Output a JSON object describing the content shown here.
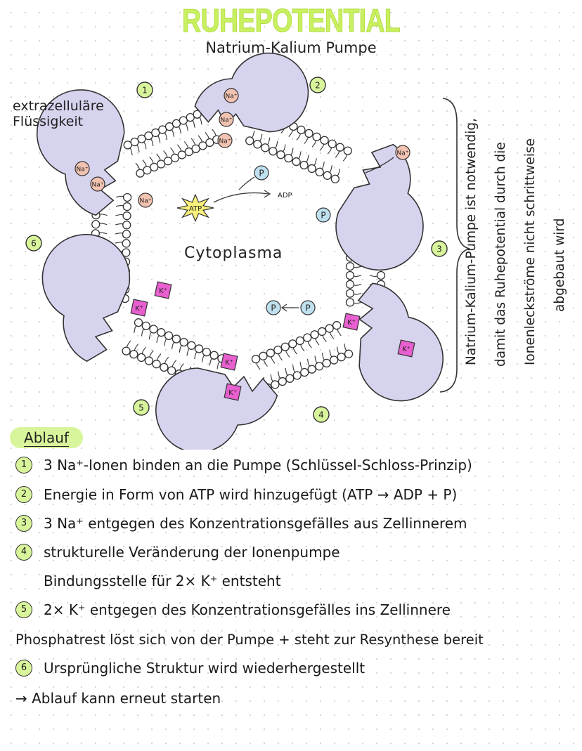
{
  "header": {
    "title": "RUHEPOTENTIAL",
    "subtitle": "Natrium-Kalium Pumpe"
  },
  "diagram": {
    "extracellular_line1": "extrazelluläre",
    "extracellular_line2": "Flüssigkeit",
    "cytoplasm": "Cytoplasma",
    "atp": "ATP",
    "adp": "ADP",
    "phosphate": "P",
    "phosphate_i": "P",
    "na_label": "Na⁺",
    "k_label": "K⁺",
    "numbers": [
      "1",
      "2",
      "3",
      "4",
      "5",
      "6"
    ],
    "side_note": [
      "Natrium-Kalium-Pumpe ist notwendig,",
      "damit das Ruhepotential durch die",
      "Ionenleckströme nicht schrittweise",
      "abgebaut wird"
    ]
  },
  "ablauf": {
    "heading": "Ablauf",
    "steps": [
      {
        "num": "1",
        "text": "3 Na⁺-Ionen binden an die Pumpe (Schlüssel-Schloss-Prinzip)"
      },
      {
        "num": "2",
        "text": "Energie in Form von ATP wird hinzugefügt  (ATP → ADP + P)"
      },
      {
        "num": "3",
        "text": "3 Na⁺ entgegen des Konzentrationsgefälles aus Zellinnerem"
      },
      {
        "num": "4",
        "text": "strukturelle Veränderung der Ionenpumpe"
      },
      {
        "num": "",
        "text": "Bindungsstelle für 2× K⁺ entsteht"
      },
      {
        "num": "5",
        "text": "2× K⁺ entgegen des Konzentrationsgefälles ins Zellinnere"
      },
      {
        "num": "",
        "text": "Phosphatrest löst sich von der Pumpe + steht zur Resynthese bereit"
      },
      {
        "num": "6",
        "text": "Ursprüngliche Struktur wird wiederhergestellt"
      },
      {
        "num": "",
        "text": "→ Ablauf kann erneut starten"
      }
    ]
  },
  "colors": {
    "highlight_green": "#d9f59c",
    "title_green": "#c8f060",
    "protein_lavender": "#d6d3ee",
    "sodium_salmon": "#f2c3b1",
    "potassium_magenta": "#e85fd0",
    "phosphate_blue": "#bfe0ee",
    "atp_yellow": "#f7f07a"
  }
}
